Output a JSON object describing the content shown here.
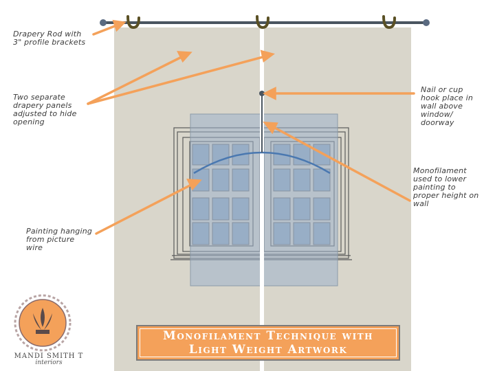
{
  "labels": {
    "rod": "Drapery Rod with\n3\" profile brackets",
    "panels": "Two separate\ndrapery panels\nadjusted to hide\nopening",
    "nail": "Nail or cup\nhook place in\nwall above\nwindow/\ndoorway",
    "monofilament": "Monofilament\nused to lower\npainting to\nproper height on\nwall",
    "painting": "Painting hanging\nfrom picture\nwire"
  },
  "title": {
    "line1": "Monofilament Technique with",
    "line2": "Light Weight Artwork"
  },
  "logo": {
    "name": "MANDI SMITH T",
    "sub": "interiors"
  },
  "colors": {
    "drapery": "#d9d6cb",
    "painting": "#9db3cc",
    "arrow": "#f4a15a",
    "rod": "#4a5560",
    "wire": "#4a78b0",
    "title_bg": "#f4a15a"
  }
}
